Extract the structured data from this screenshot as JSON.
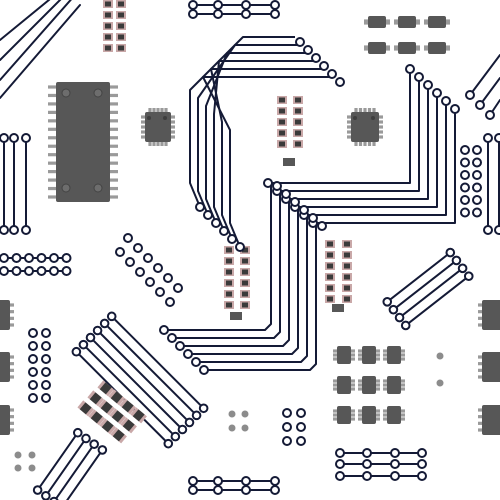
{
  "pattern": {
    "kind": "seamless circuit-board pattern",
    "text": []
  },
  "colors": {
    "background": "#ffffff",
    "trace": "#141a36",
    "chip_body": "#575757",
    "chip_body_light": "#6d6d6d",
    "chip_pin": "#9a9a9a",
    "chip_pin_dark": "#7a7a7a",
    "pad_fill": "#ffffff",
    "smd_end": "#c9a8a8",
    "smd_body": "#3a3a3a",
    "gray_dot": "#8c8c8c"
  },
  "elements": {
    "large_ic_count": 1,
    "qfn_chip_count": 2,
    "sot_chip_grid_count": 2,
    "resistor_array_count": 4,
    "bus_group_count": 4,
    "connector_row_count": 6
  }
}
